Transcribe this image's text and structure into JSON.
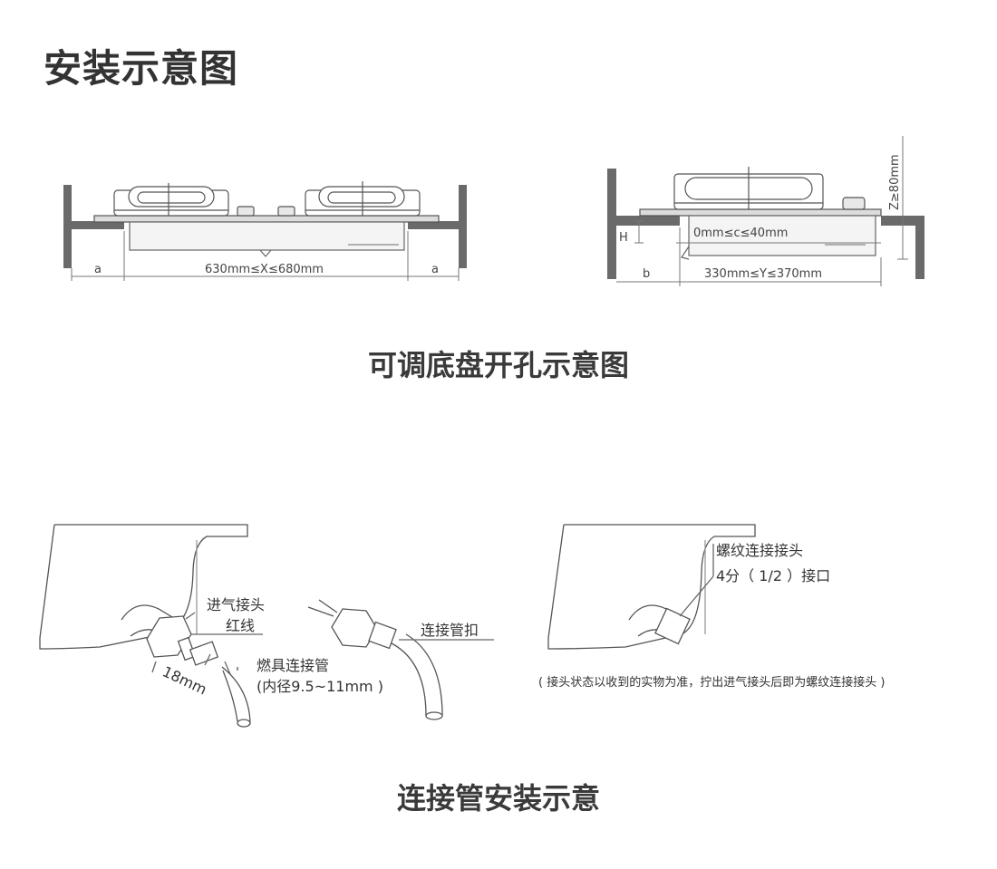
{
  "page_title": "安装示意图",
  "section1": {
    "caption": "可调底盘开孔示意图",
    "left_dims": {
      "side_a_left": "a",
      "width_x": "630mm≤X≤680mm",
      "side_a_right": "a"
    },
    "right_dims": {
      "side_b": "b",
      "width_y": "330mm≤Y≤370mm",
      "height_h": "H",
      "clearance_c": "0mm≤c≤40mm",
      "height_z": "Z≥80mm"
    }
  },
  "section2": {
    "caption": "连接管安装示意",
    "left_labels": {
      "inlet_joint": "进气接头",
      "red_line": "红线",
      "hose": "燃具连接管",
      "hose_spec": "(内径9.5~11mm )",
      "clamp": "连接管扣",
      "length": "18mm"
    },
    "right_labels": {
      "thread_joint": "螺纹连接接头",
      "thread_spec": "4分（ 1/2 ）接口"
    },
    "note": "( 接头状态以收到的实物为准，拧出进气接头后即为螺纹连接接头 )"
  }
}
